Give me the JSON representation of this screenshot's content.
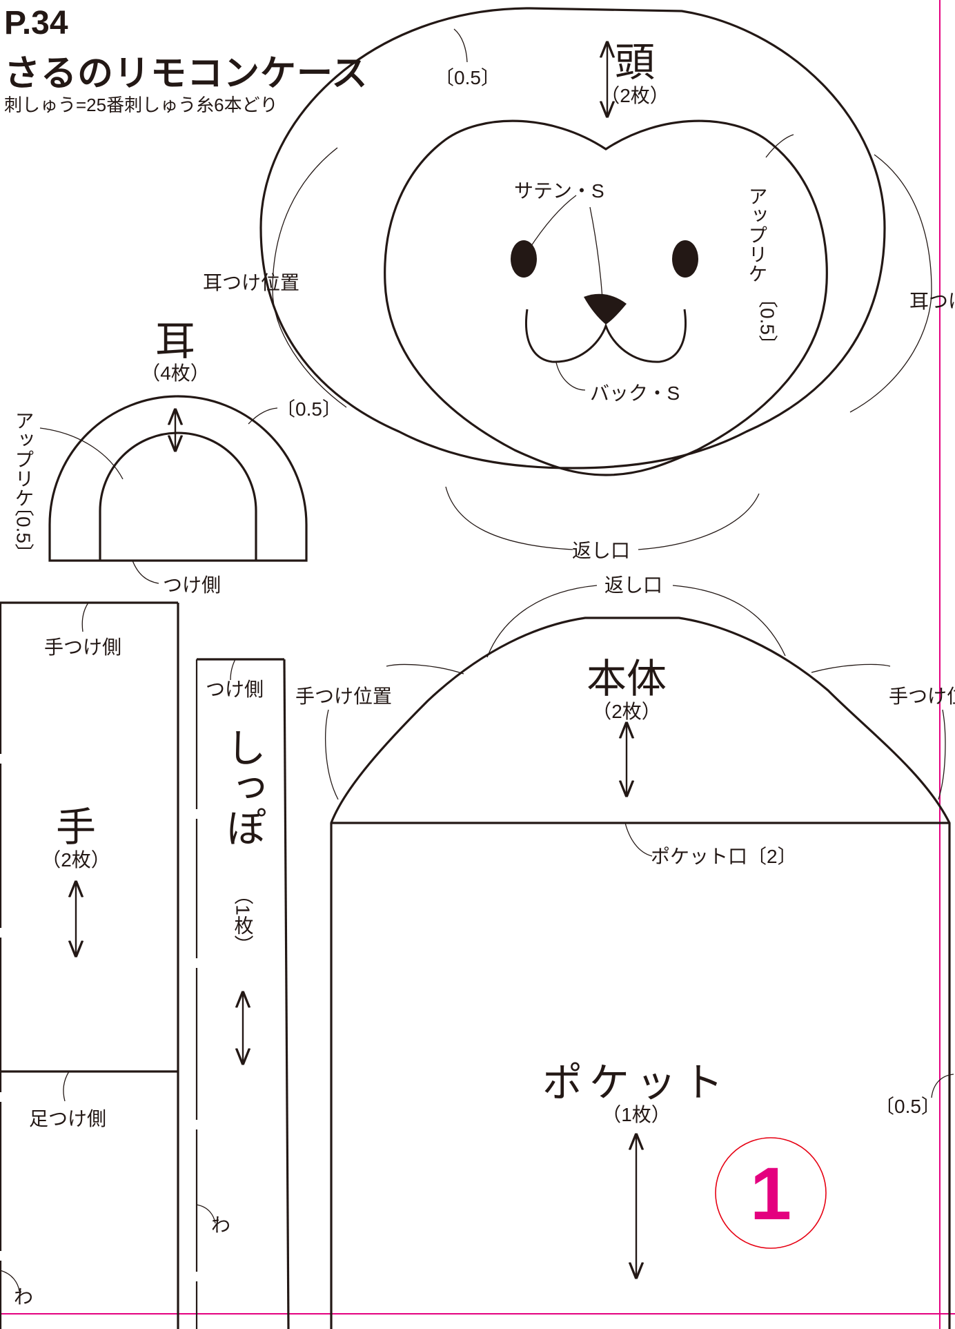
{
  "header": {
    "page": "P.34",
    "title": "さるのリモコンケース",
    "note": "刺しゅう=25番刺しゅう糸6本どり"
  },
  "head": {
    "name": "頭",
    "count": "（2枚）",
    "seam_top": "〔0.5〕",
    "ear_pos_left": "耳つけ位置",
    "ear_pos_right": "耳つけ位置",
    "satin": "サテン・S",
    "back": "バック・S",
    "applique": "アップリケ",
    "applique_seam": "〔0.5〕",
    "opening": "返し口"
  },
  "ear": {
    "name": "耳",
    "count": "（4枚）",
    "seam": "〔0.5〕",
    "applique": "アップリケ",
    "applique_seam": "〔0.5〕",
    "attach_side": "つけ側"
  },
  "arm": {
    "name": "手",
    "count": "（2枚）",
    "attach_top": "手つけ側",
    "attach_bottom": "足つけ側",
    "fold": "わ"
  },
  "tail": {
    "name": "しっぽ",
    "count": "（1枚）",
    "attach_side": "つけ側",
    "fold": "わ"
  },
  "body": {
    "name": "本体",
    "count": "（2枚）",
    "opening": "返し口",
    "arm_pos_left": "手つけ位置",
    "arm_pos_right": "手つけ位置",
    "pocket_opening": "ポケット口〔2〕"
  },
  "pocket": {
    "name": "ポケット",
    "count": "（1枚）",
    "seam": "〔0.5〕"
  },
  "sheet_number": "1",
  "colors": {
    "line": "#231815",
    "trim": "#e4007f",
    "circle": "#e60012"
  }
}
